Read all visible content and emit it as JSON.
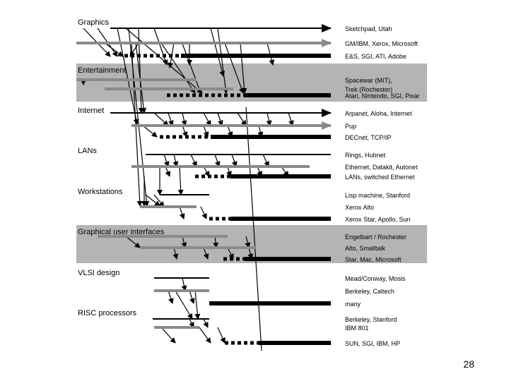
{
  "sections": [
    {
      "title": "Graphics",
      "shaded": false,
      "rows": [
        "Sketchpad, Utah",
        "GM/IBM, Xerox, Microsoft",
        "E&S, SGI, ATI, Adobe"
      ]
    },
    {
      "title": "Entertainment",
      "shaded": true,
      "rows": [
        "Spacewar (MIT),",
        "Trek (Rochester)",
        "Atari, Nintendo, SGI, Pixar"
      ]
    },
    {
      "title": "Internet",
      "shaded": false,
      "rows": [
        "Arpanet, Aloha, Internet",
        "Pup",
        "DECnet, TCP/IP"
      ]
    },
    {
      "title": "LANs",
      "shaded": false,
      "rows": [
        "Rings, Hubnet",
        "Ethernet, Datakit, Autonet",
        "LANs, switched Ethernet"
      ]
    },
    {
      "title": "Workstations",
      "shaded": false,
      "rows": [
        "Lisp machine, Stanford",
        "Xerox Alto",
        "Xerox Star, Apollo, Sun"
      ]
    },
    {
      "title": "Graphical user interfaces",
      "shaded": true,
      "rows": [
        "Engelbart / Rochester",
        "Alto, Smalltalk",
        "Star, Mac, Microsoft"
      ]
    },
    {
      "title": "VLSI design",
      "shaded": false,
      "rows": [
        "Mead/Conway, Mosis",
        "Berkeley, Caltech",
        "many"
      ]
    },
    {
      "title": "RISC processors",
      "shaded": false,
      "rows": [
        "Berkeley, Stanford",
        "IBM 801",
        "SUN, SGI, IBM, HP"
      ]
    }
  ],
  "page_number": "28",
  "colors": {
    "shade": "#b4b4b4",
    "gray_line": "#8a8a8a",
    "black": "#000000"
  }
}
